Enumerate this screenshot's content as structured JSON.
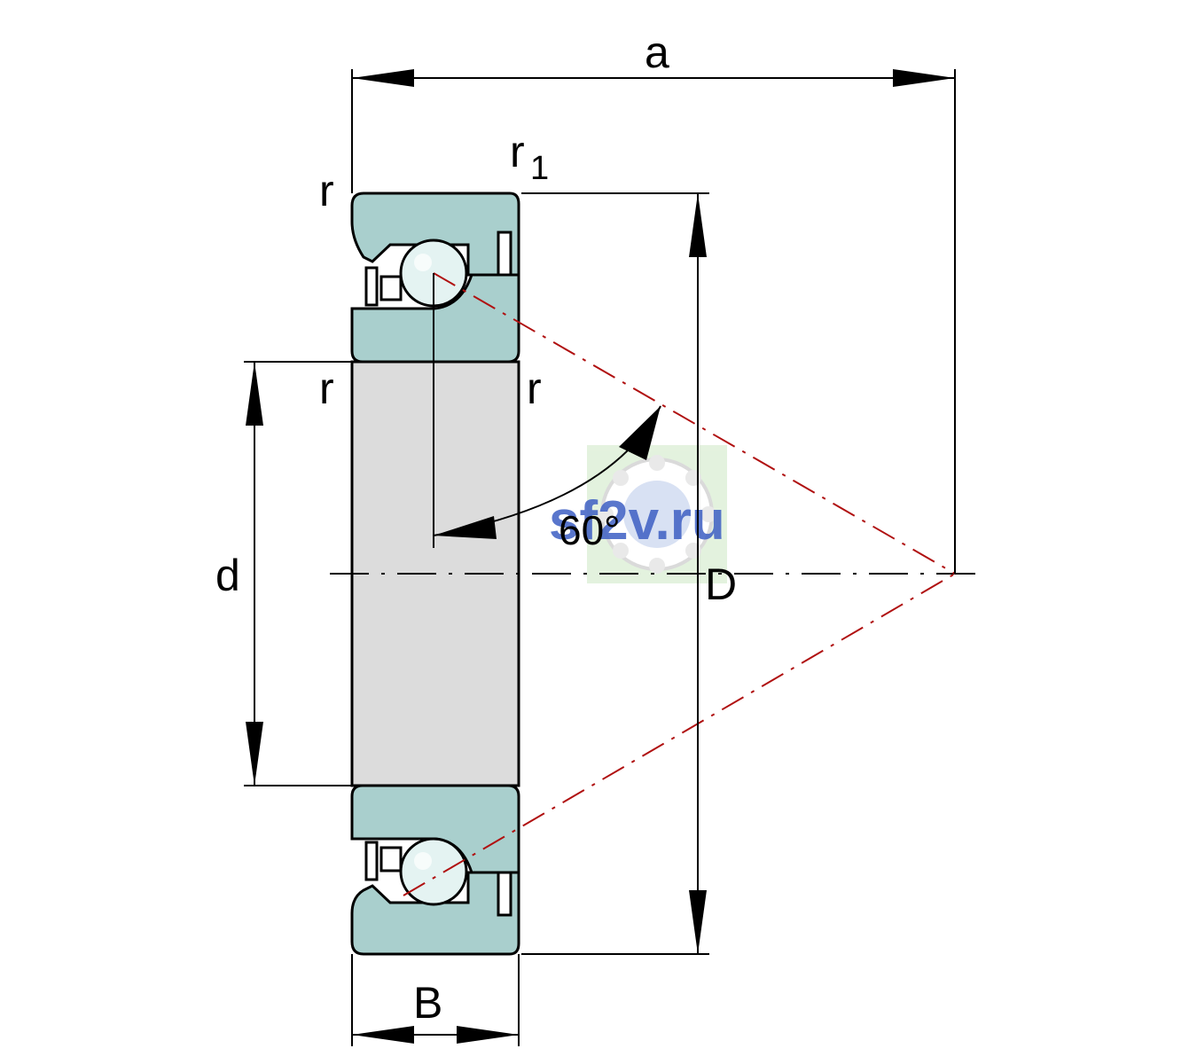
{
  "labels": {
    "a": "a",
    "r1_main": "r",
    "r1_sub": "1",
    "r_top_left": "r",
    "r_bore_left": "r",
    "r_bore_right": "r",
    "d": "d",
    "D": "D",
    "B": "B",
    "angle": "60°"
  },
  "watermark": {
    "text": "sf2v.ru",
    "color": "#3d5fc4"
  },
  "colors": {
    "ring": "#a9cfcd",
    "bore": "#dcdcdc",
    "ball": "#e4f3f2",
    "contact_line": "#b01010",
    "line": "#000000"
  },
  "contact_angle_deg": 60
}
